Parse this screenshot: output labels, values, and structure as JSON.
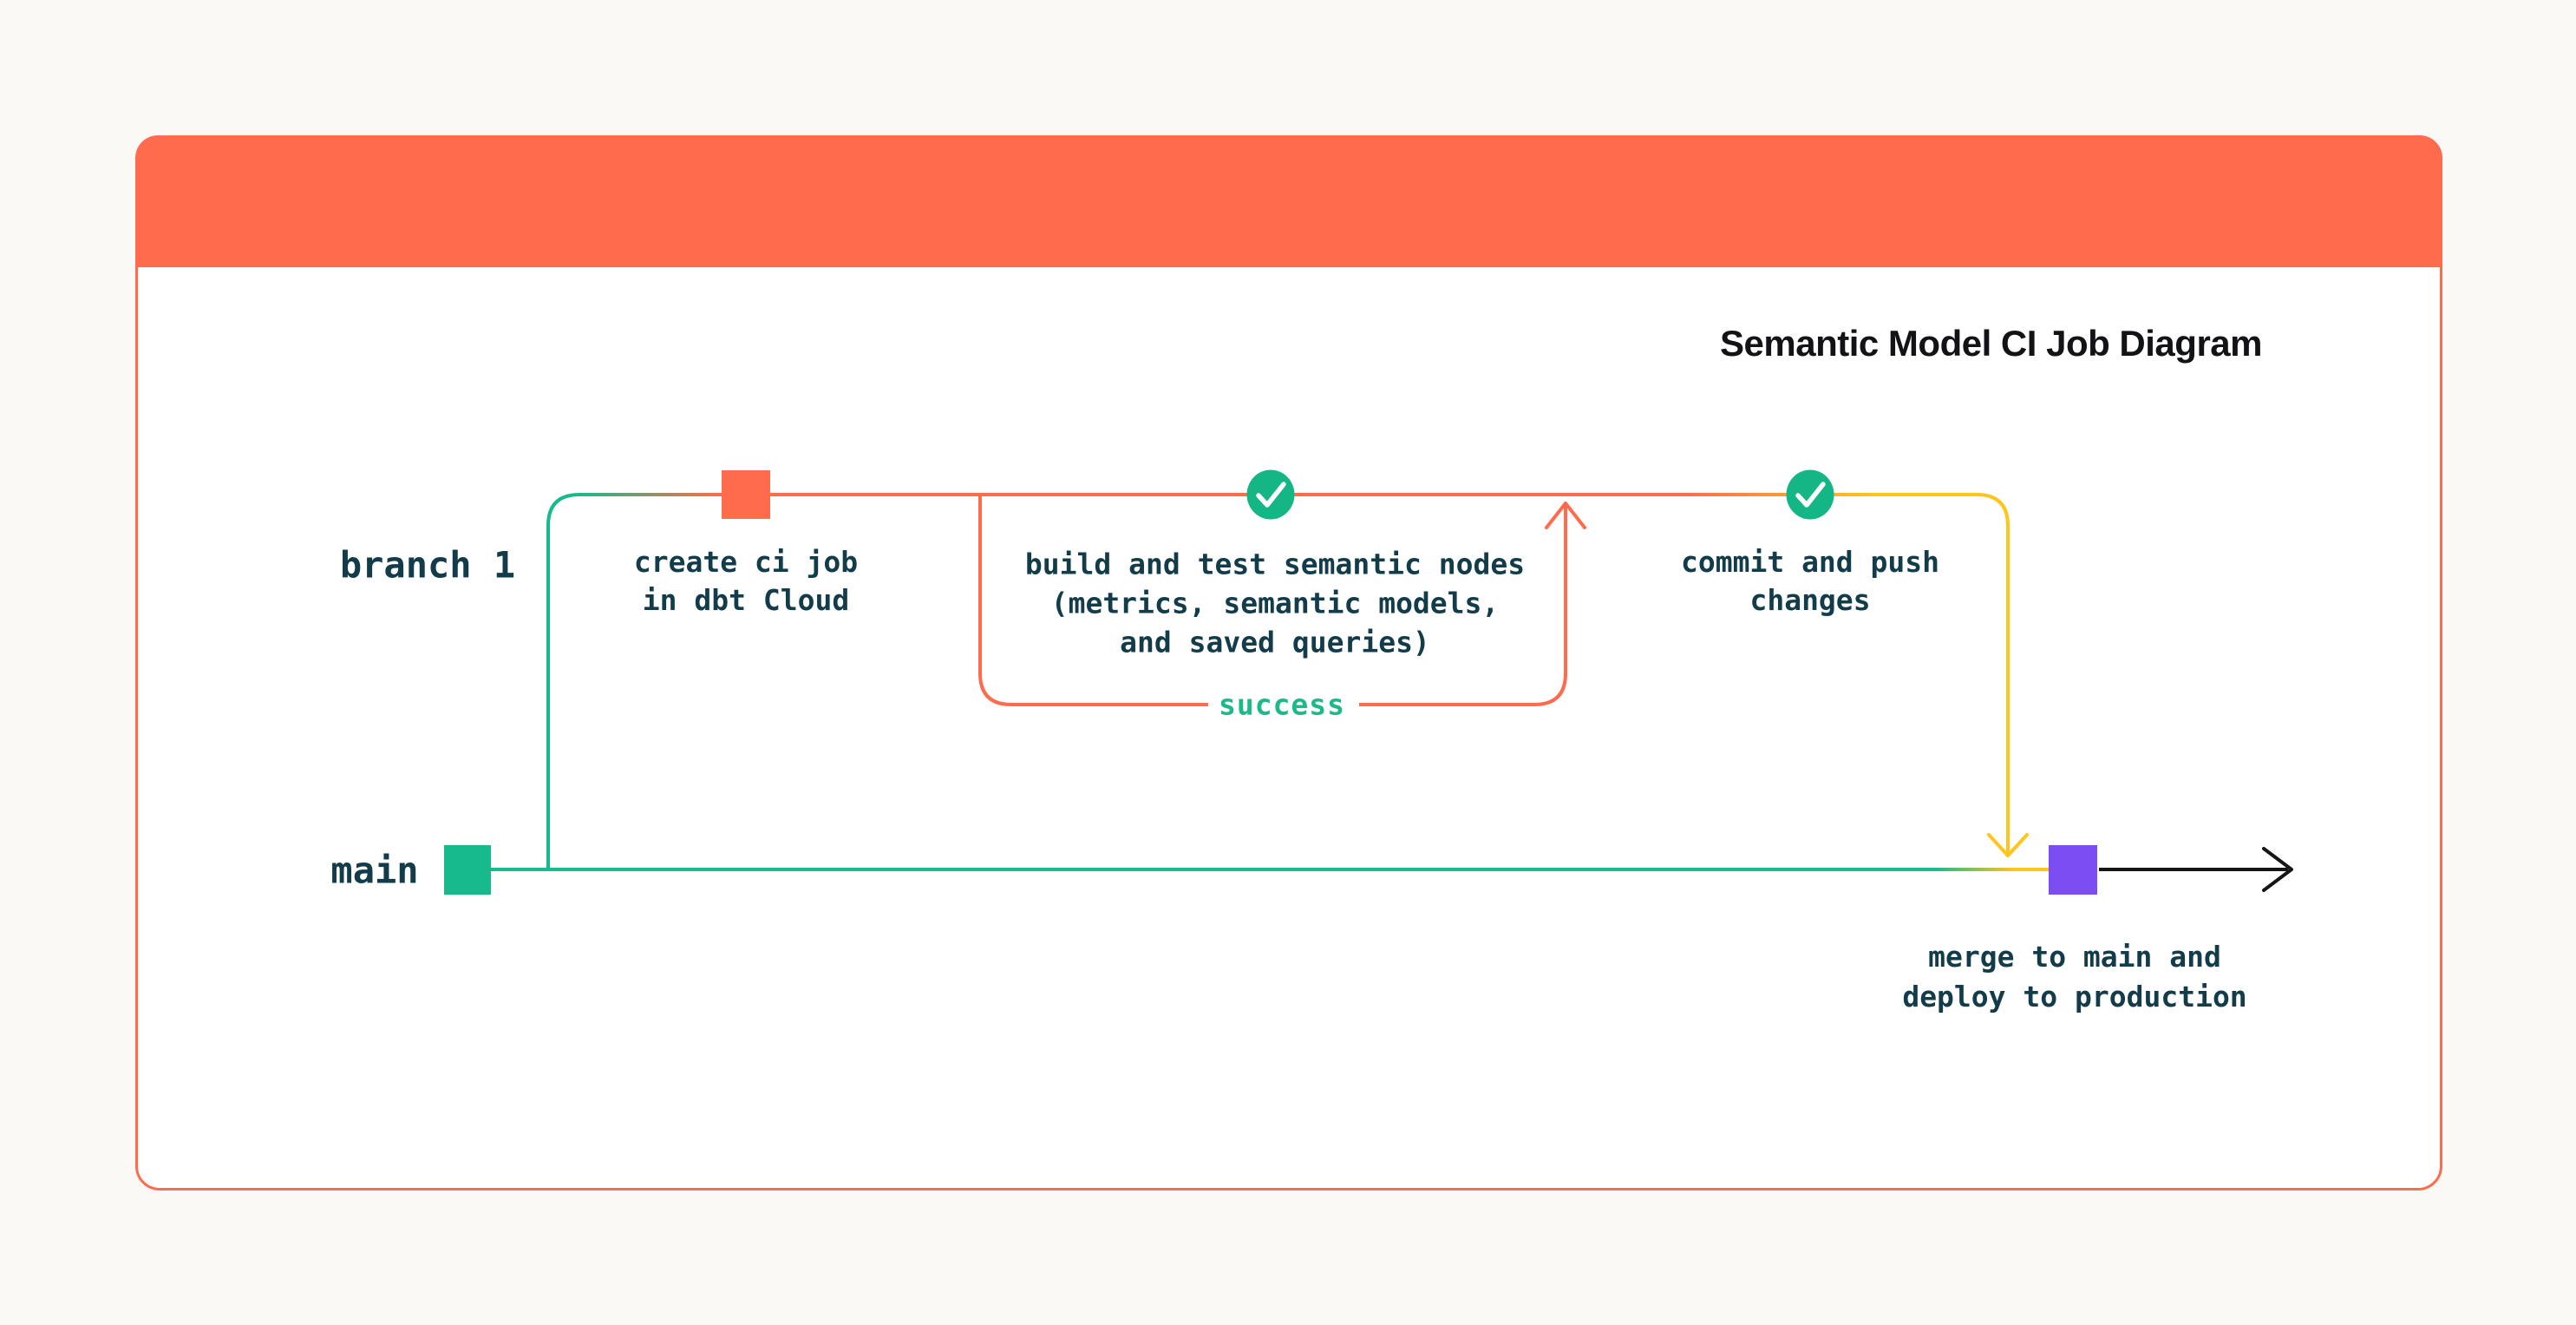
{
  "header": {
    "title": "Semantic Model CI Job Diagram",
    "logo": "dbt-logo"
  },
  "colors": {
    "orange": "#FF6B4C",
    "green": "#17BA8B",
    "check_green": "#15B685",
    "yellow": "#FFC51D",
    "purple": "#7C4DF3",
    "ink": "#133C4B",
    "arrow_black": "#151515",
    "white": "#FFFFFF"
  },
  "lanes": {
    "branch1_label": "branch 1",
    "main_label": "main"
  },
  "steps": {
    "create_ci_job": {
      "lines": [
        "create ci job",
        "in dbt Cloud"
      ]
    },
    "build_and_test": {
      "lines": [
        "build and test semantic nodes",
        "(metrics, semantic models,",
        "and saved queries)"
      ]
    },
    "commit_push": {
      "lines": [
        "commit and push",
        "changes"
      ]
    },
    "merge_deploy": {
      "lines": [
        "merge to main and",
        "deploy to production"
      ]
    }
  },
  "edge_labels": {
    "success": "success"
  },
  "icons": {
    "check_1": "check-circle-icon",
    "check_2": "check-circle-icon",
    "create_commit_node": "commit-square-orange",
    "main_start_node": "commit-square-green",
    "merge_node": "commit-square-purple"
  }
}
